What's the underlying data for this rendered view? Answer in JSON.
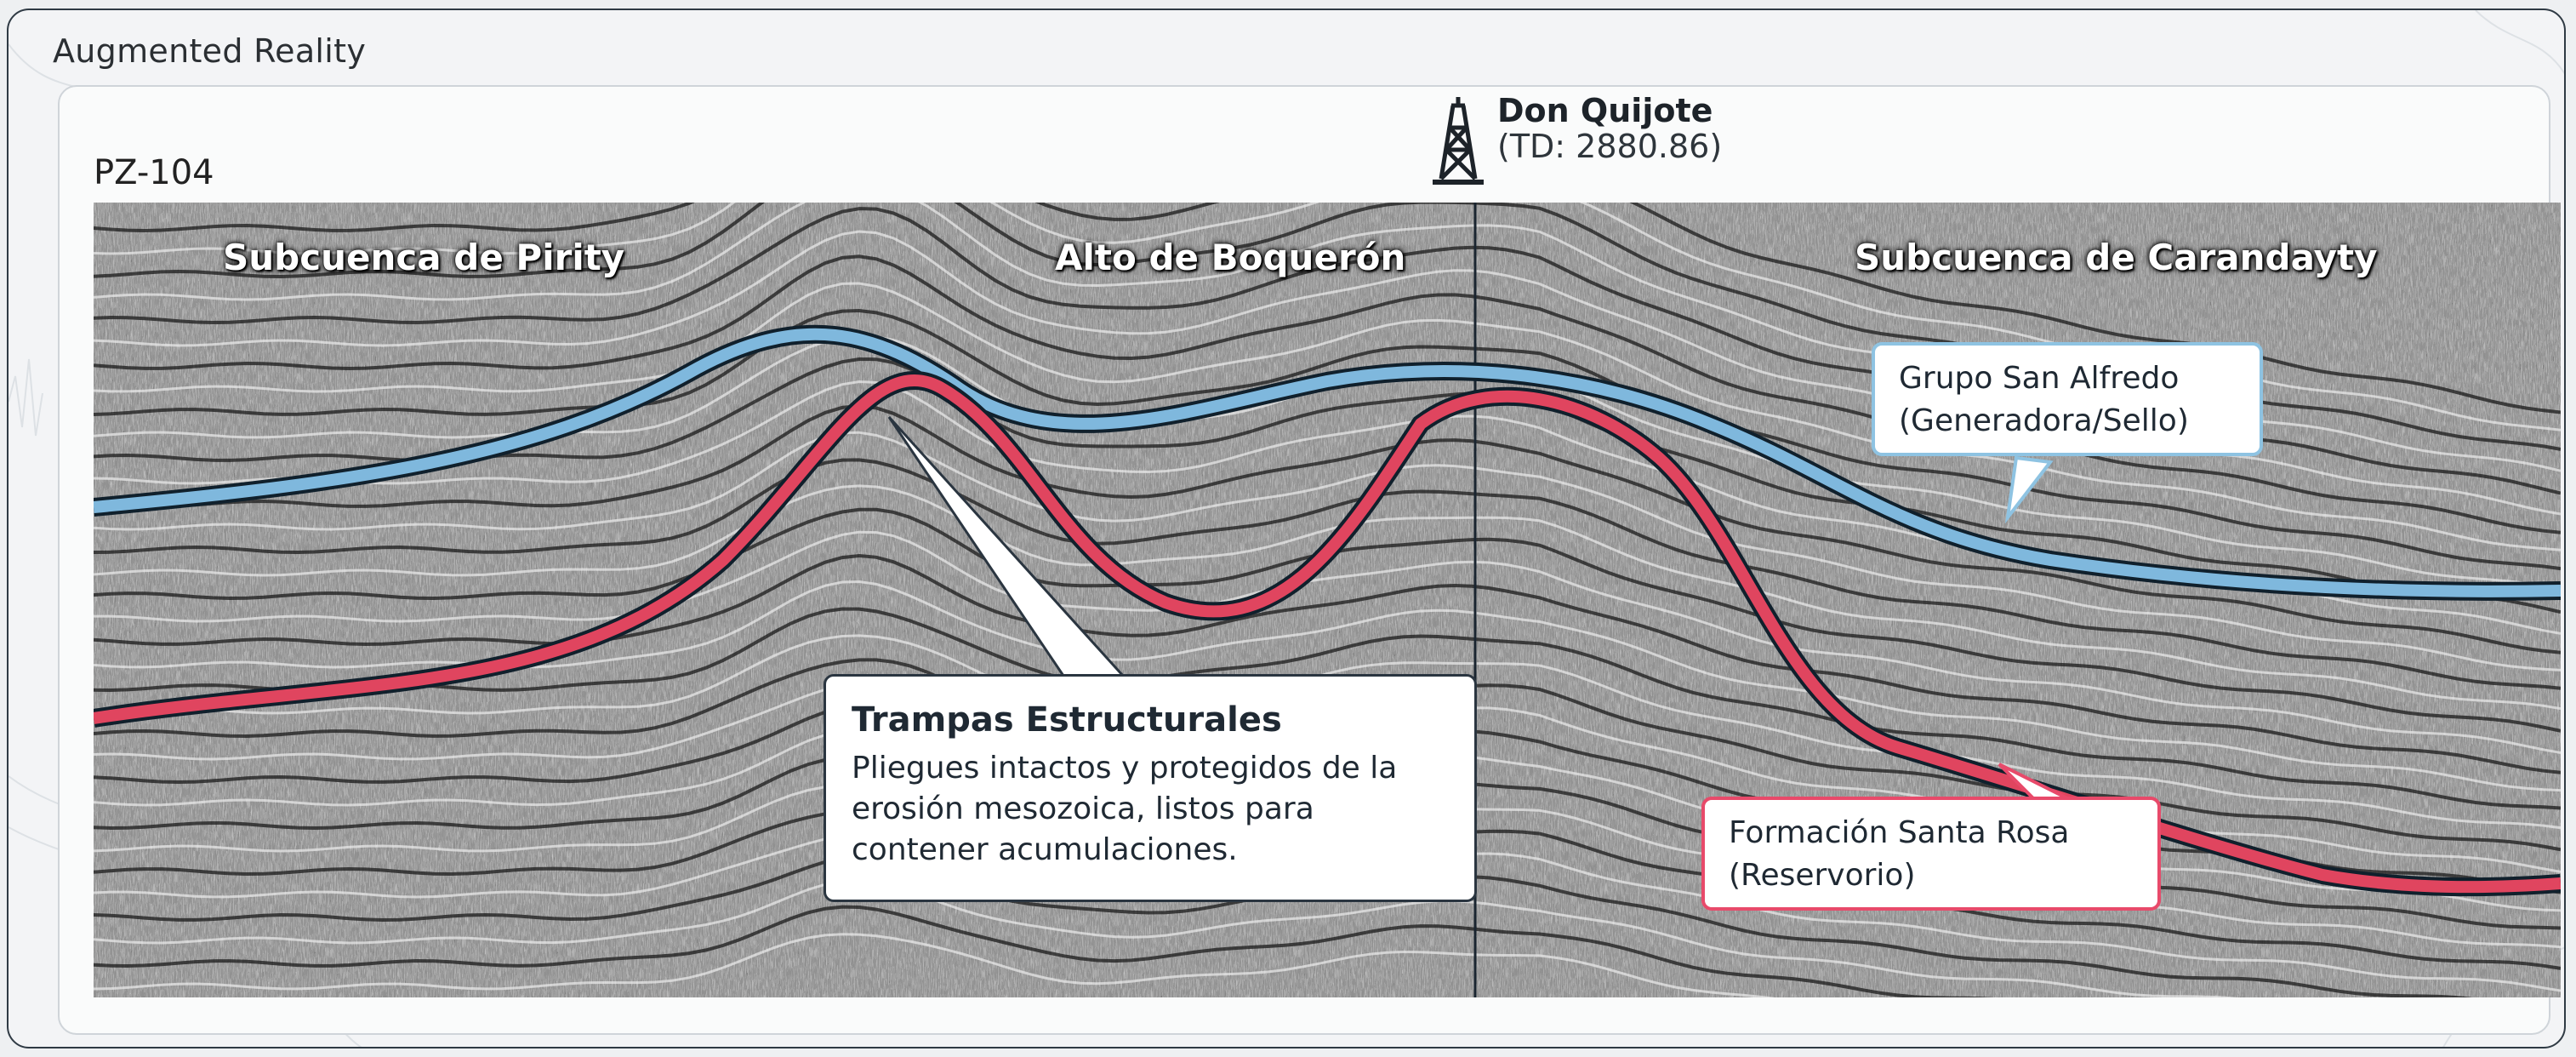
{
  "window": {
    "title": "Augmented Reality"
  },
  "profile": {
    "label": "PZ-104"
  },
  "well": {
    "name": "Don Quijote",
    "td": "(TD: 2880.86)",
    "icon": "derrick-icon"
  },
  "regions": {
    "pirity": "Subcuenca de Pirity",
    "boqueron": "Alto de Boquerón",
    "carandayty": "Subcuenca de Carandayty"
  },
  "callouts": {
    "traps": {
      "title": "Trampas Estructurales",
      "body": "Pliegues intactos y protegidos de la\nerosión mesozoica, listos para\ncontener acumulaciones."
    },
    "san_alfredo": "Grupo San Alfredo\n(Generadora/Sello)",
    "santa_rosa": "Formación Santa Rosa\n(Reservorio)"
  },
  "colors": {
    "horizon_blue": "#7fb8dd",
    "horizon_red": "#e0455f",
    "seismic_dark": "#3a3a3a",
    "seismic_light": "#cfcfcf"
  }
}
